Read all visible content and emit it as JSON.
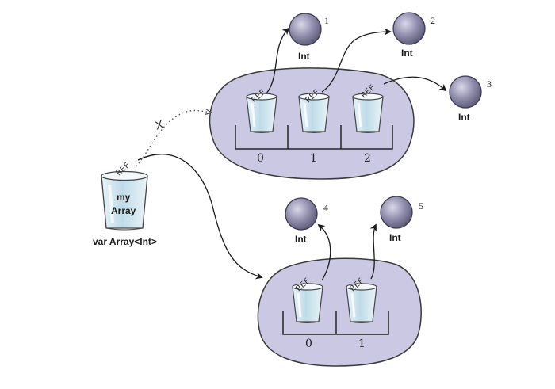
{
  "ref_label": "REF",
  "colors": {
    "blob_fill": "#cbc8e3",
    "blob_stroke": "#3a3a3a",
    "ball_fill": "#8d8aa8",
    "cup_fill": "#cfe4ee"
  },
  "balls": [
    {
      "number": "1",
      "label": "Int"
    },
    {
      "number": "2",
      "label": "Int"
    },
    {
      "number": "3",
      "label": "Int"
    },
    {
      "number": "4",
      "label": "Int"
    },
    {
      "number": "5",
      "label": "Int"
    }
  ],
  "old_array": {
    "indices": [
      "0",
      "1",
      "2"
    ]
  },
  "new_array": {
    "indices": [
      "0",
      "1"
    ]
  },
  "variable": {
    "cup_label_line1": "my",
    "cup_label_line2": "Array",
    "type_label": "var Array<Int>"
  },
  "removed_link_mark": "X"
}
